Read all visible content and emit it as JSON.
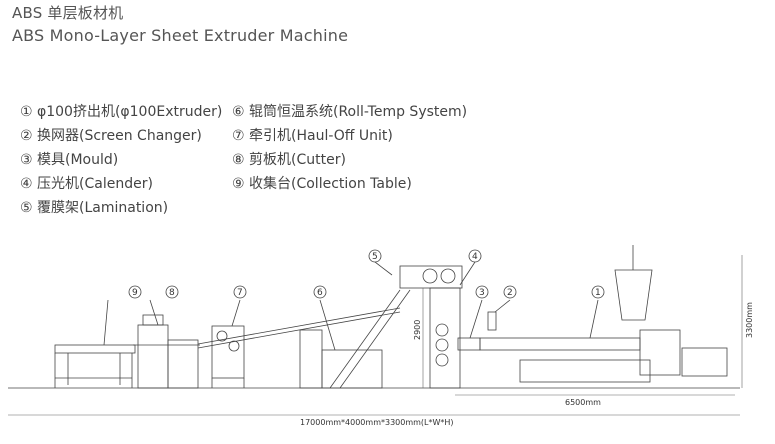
{
  "title_cn": "ABS 单层板材机",
  "title_en": "ABS Mono-Layer Sheet Extruder Machine",
  "legend_left": [
    "① φ100挤出机(φ100Extruder)",
    "② 换网器(Screen Changer)",
    "③ 模具(Mould)",
    "④ 压光机(Calender)",
    "⑤ 覆膜架(Lamination)"
  ],
  "legend_right": [
    "⑥ 辊筒恒温系统(Roll-Temp System)",
    "⑦ 牵引机(Haul-Off Unit)",
    "⑧ 剪板机(Cutter)",
    "⑨ 收集台(Collection Table)"
  ],
  "callouts": [
    "1",
    "2",
    "3",
    "4",
    "5",
    "6",
    "7",
    "8",
    "9"
  ],
  "dims": {
    "height_lamination": "2900",
    "height_total": "3300mm",
    "extruder_length": "6500mm",
    "overall": "17000mm*4000mm*3300mm(L*W*H)"
  }
}
